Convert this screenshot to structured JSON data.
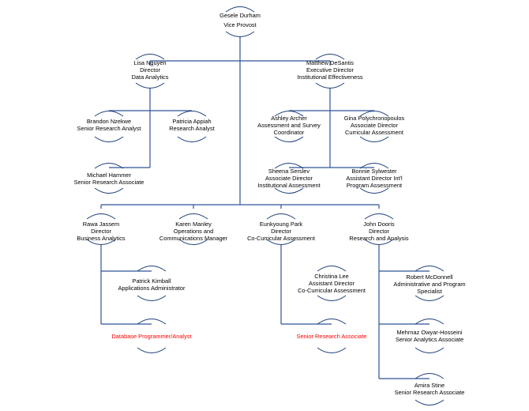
{
  "colors": {
    "connector": "#2f5597",
    "vacant_text": "#ff0000",
    "text": "#000000"
  },
  "chart_data": {
    "type": "org-chart",
    "nodes": [
      {
        "id": "durham",
        "name": "Gesele Durham",
        "title": "Vice Provost",
        "parent": ""
      },
      {
        "id": "nguyen",
        "name": "Lisa Nguyen",
        "title": "Director\nData Analytics",
        "parent": "durham"
      },
      {
        "id": "desantis",
        "name": "Matthew DeSantis",
        "title": "Executive Director\nInstitutional Effectiveness",
        "parent": "durham"
      },
      {
        "id": "nzekwe",
        "name": "Brandon Nzekwe",
        "title": "Senior Research Analyst",
        "parent": "nguyen"
      },
      {
        "id": "appiah",
        "name": "Patricia Appiah",
        "title": "Research Analyst",
        "parent": "nguyen"
      },
      {
        "id": "hammer",
        "name": "Michael Hammer",
        "title": "Senior Research Associate",
        "parent": "nguyen"
      },
      {
        "id": "archer",
        "name": "Ashley Archer",
        "title": "Assessment and Survey\nCoordinator",
        "parent": "desantis"
      },
      {
        "id": "polychronopoulos",
        "name": "Gina Polychronopoulos",
        "title": "Associate Director\nCurricular Assessment",
        "parent": "desantis"
      },
      {
        "id": "serslev",
        "name": "Sheena Serslev",
        "title": "Associate Director\nInstitutional Assessment",
        "parent": "desantis"
      },
      {
        "id": "sylwester",
        "name": "Bonnie Sylwester",
        "title": "Assistant Director Int'l\nProgram Assessment",
        "parent": "desantis"
      },
      {
        "id": "jassem",
        "name": "Rawa Jassem",
        "title": "Director\nBusiness Analytics",
        "parent": "durham"
      },
      {
        "id": "manley",
        "name": "Karen Manley",
        "title": "Operations and\nCommunications Manager",
        "parent": "durham"
      },
      {
        "id": "park",
        "name": "Eunkyoung Park",
        "title": "Director\nCo-Curricular Assessment",
        "parent": "durham"
      },
      {
        "id": "dooris",
        "name": "John Dooris",
        "title": "Director\nResearch and Analysis",
        "parent": "durham"
      },
      {
        "id": "kimball",
        "name": "Patrick Kimball",
        "title": "Applications Administrator",
        "parent": "jassem"
      },
      {
        "id": "dbpa",
        "name": "",
        "title": "Database Programmer/Analyst",
        "parent": "jassem",
        "vacant": true
      },
      {
        "id": "lee",
        "name": "Christina Lee",
        "title": "Assistant Director\nCo-Curricular Assessment",
        "parent": "park"
      },
      {
        "id": "sra",
        "name": "",
        "title": "Senior Research Associate",
        "parent": "park",
        "vacant": true
      },
      {
        "id": "mcdonnell",
        "name": "Robert McDonnell",
        "title": "Administrative and Program\nSpecialist",
        "parent": "dooris"
      },
      {
        "id": "owyar",
        "name": "Mehrnaz Owyar-Hosseini",
        "title": "Senior Analytics Associate",
        "parent": "dooris"
      },
      {
        "id": "stine",
        "name": "Amira Stine",
        "title": "Senior Research Associate",
        "parent": "dooris"
      }
    ]
  }
}
